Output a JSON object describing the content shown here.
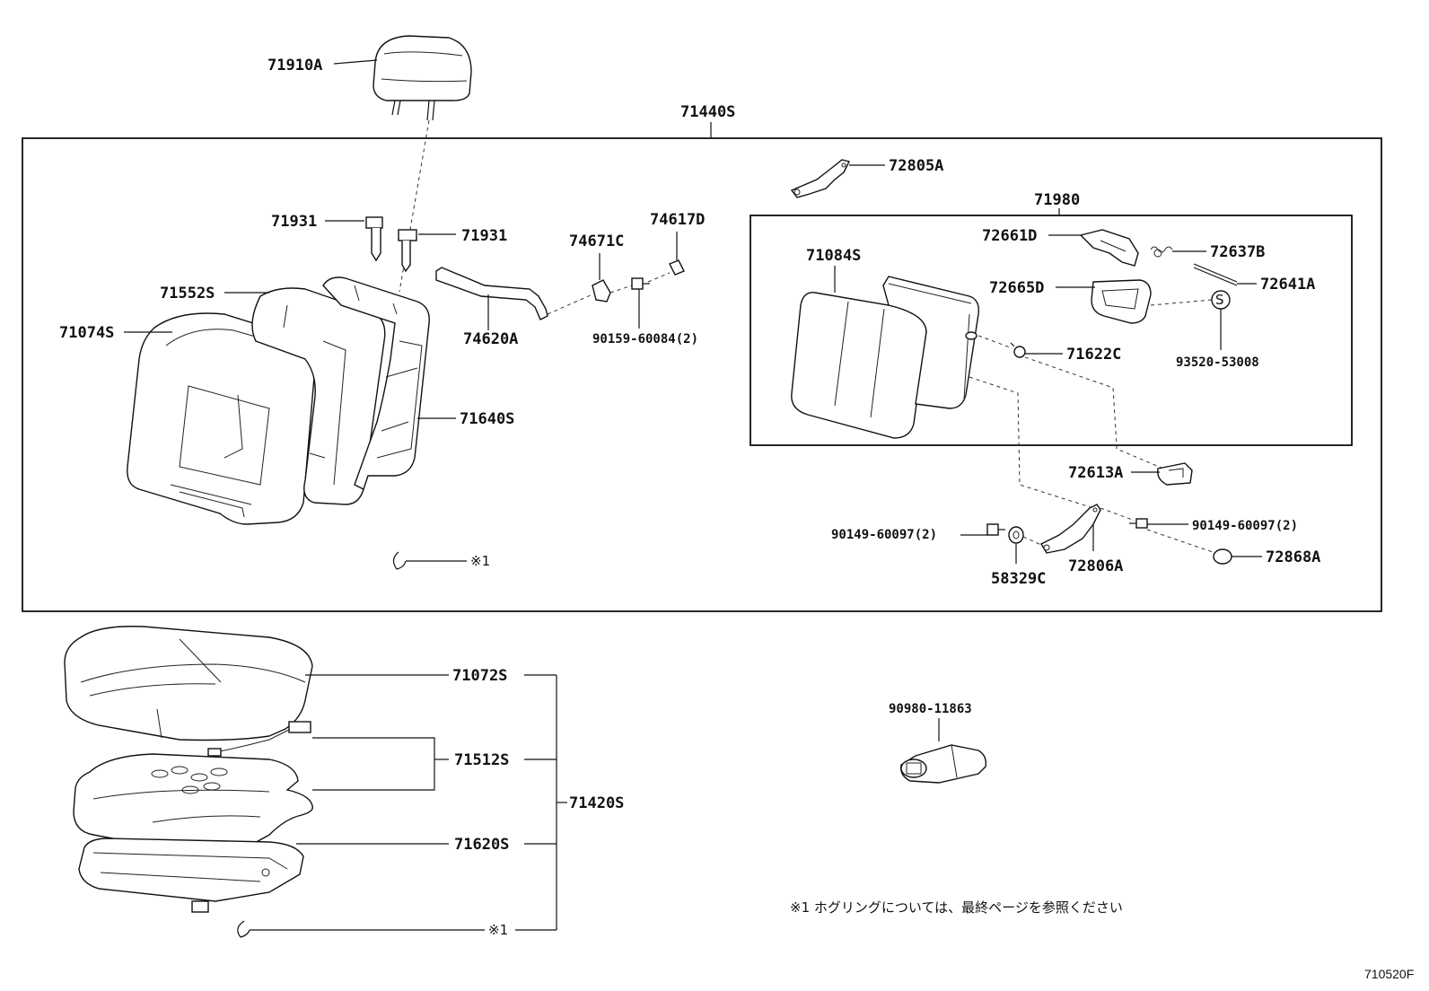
{
  "labels": {
    "p71910A": "71910A",
    "p71440S": "71440S",
    "p72805A": "72805A",
    "p71980": "71980",
    "p71931_left": "71931",
    "p71931_right": "71931",
    "p74671C": "74671C",
    "p74617D": "74617D",
    "p72661D": "72661D",
    "p72637B": "72637B",
    "p71084S": "71084S",
    "p72641A": "72641A",
    "p71552S": "71552S",
    "p72665D": "72665D",
    "p71074S": "71074S",
    "p74620A": "74620A",
    "p90159_60084": "90159-60084(2)",
    "p71622C": "71622C",
    "p93520_53008": "93520-53008",
    "p71640S": "71640S",
    "p72613A": "72613A",
    "p90149_60097_right": "90149-60097(2)",
    "p90149_60097_left": "90149-60097(2)",
    "p72868A": "72868A",
    "p72806A": "72806A",
    "p58329C": "58329C",
    "p71072S": "71072S",
    "p71512S": "71512S",
    "p71420S": "71420S",
    "p71620S": "71620S",
    "p90980_11863": "90980-11863",
    "ref_mark_upper": "※1",
    "ref_mark_lower": "※1"
  },
  "footnote": "※1  ホグリングについては、最終ページを参照ください",
  "figure_id": "710520F"
}
